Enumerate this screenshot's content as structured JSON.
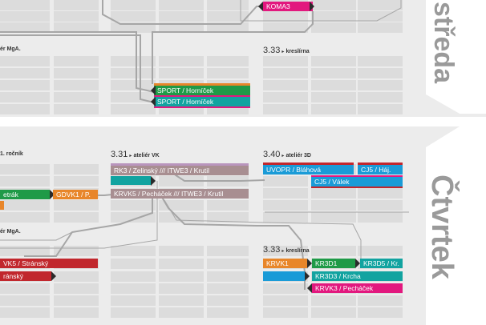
{
  "days": {
    "wednesday": "středa",
    "thursday": "čtvrtek"
  },
  "rooms": {
    "r331": {
      "number": "3.31",
      "name": "ateliér VK"
    },
    "r340": {
      "number": "3.40",
      "name": "ateliér 3D"
    },
    "r333_wed": {
      "number": "3.33",
      "name": "kreslírna"
    },
    "r333_thu": {
      "number": "3.33",
      "name": "kreslírna"
    }
  },
  "labels": {
    "mga_wed": "ér MgA.",
    "first_year": "1. ročník",
    "mga_thu": "ér MgA."
  },
  "courses": {
    "koma3": "KOMA3",
    "sport1": "SPORT / Horníček",
    "sport2": "SPORT / Horníček",
    "rk3": "RK3 / Zelinský /// ITWE3 / Krutil",
    "krvk5": "KRVK5 / Pecháček /// ITWE3 / Krutil",
    "uvopr": "UVOPR / Bláhová",
    "cj5haj": "CJ5 / Háj.",
    "cj5valek": "CJ5 / Válek",
    "etrak": "etrák",
    "gdvk1": "GDVK1 / P.",
    "vk5": "VK5 / Stránský",
    "transky": "ránský",
    "krvk1": "KRVK1",
    "kr3d1": "KR3D1",
    "kr3d5": "KR3D5 / Kr.",
    "kr3d3": "KR3D3 / Krcha",
    "krvk3": "KRVK3 / Pecháček"
  },
  "colors": {
    "magenta": "#e2187e",
    "orange": "#e8862a",
    "green": "#1f9a47",
    "teal": "#12a3a0",
    "cyan": "#1a9bd7",
    "red": "#c1272d",
    "mauve": "#a88e91",
    "lavender": "#b995bd",
    "olive": "#2e6d2e",
    "darkred": "#a61d2c",
    "day_text": "#9a9a9a"
  }
}
